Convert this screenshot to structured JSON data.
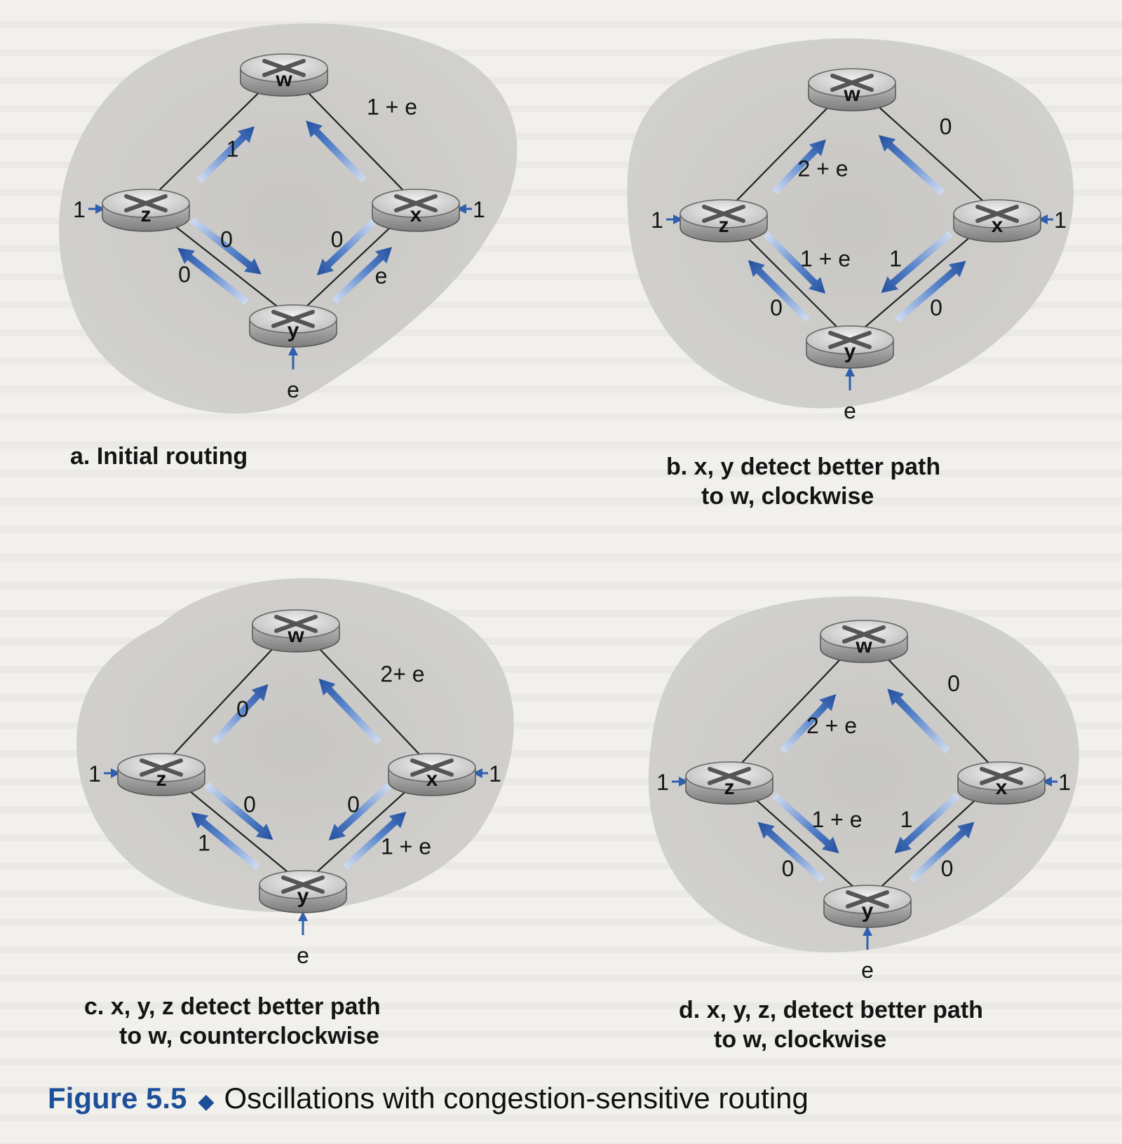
{
  "figure": {
    "number": "Figure 5.5",
    "title": "Oscillations with congestion-sensitive routing"
  },
  "panels": [
    {
      "id": "a",
      "caption": {
        "prefix": "a.",
        "line1": "Initial routing",
        "line2": ""
      },
      "routers": [
        "w",
        "z",
        "x",
        "y"
      ],
      "edge_labels": {
        "z_w": "1",
        "w_x": "1 + e",
        "z_y_up": "0",
        "z_y_down": "0",
        "x_y_down": "0",
        "x_y_up": "e"
      },
      "inputs": {
        "z": "1",
        "x": "1",
        "y": "e"
      }
    },
    {
      "id": "b",
      "caption": {
        "prefix": "b.",
        "line1": "x, y detect better path",
        "line2": "to w, clockwise"
      },
      "routers": [
        "w",
        "z",
        "x",
        "y"
      ],
      "edge_labels": {
        "z_w": "2 + e",
        "w_x": "0",
        "z_y_up": "1 + e",
        "z_y_down": "0",
        "x_y_down": "1",
        "x_y_up": "0"
      },
      "inputs": {
        "z": "1",
        "x": "1",
        "y": "e"
      }
    },
    {
      "id": "c",
      "caption": {
        "prefix": "c.",
        "line1": "x, y, z detect better path",
        "line2": "to w, counterclockwise"
      },
      "routers": [
        "w",
        "z",
        "x",
        "y"
      ],
      "edge_labels": {
        "z_w": "0",
        "w_x": "2+ e",
        "z_y_up": "0",
        "z_y_down": "1",
        "x_y_down": "0",
        "x_y_up": "1 + e"
      },
      "inputs": {
        "z": "1",
        "x": "1",
        "y": "e"
      }
    },
    {
      "id": "d",
      "caption": {
        "prefix": "d.",
        "line1": "x, y, z, detect better path",
        "line2": "to w, clockwise"
      },
      "routers": [
        "w",
        "z",
        "x",
        "y"
      ],
      "edge_labels": {
        "z_w": "2 + e",
        "w_x": "0",
        "z_y_up": "1 + e",
        "z_y_down": "0",
        "x_y_down": "1",
        "x_y_up": "0"
      },
      "inputs": {
        "z": "1",
        "x": "1",
        "y": "e"
      }
    }
  ],
  "colors": {
    "blob": "#cfcecb",
    "arrow": "#2f5fae",
    "arrow_light": "#a9c1ea",
    "router_body": "#a7a7a7",
    "router_top": "#d9d9d9",
    "accent": "#1d4f99"
  },
  "icons": [
    "router-icon",
    "traffic-arrow",
    "input-arrow"
  ]
}
